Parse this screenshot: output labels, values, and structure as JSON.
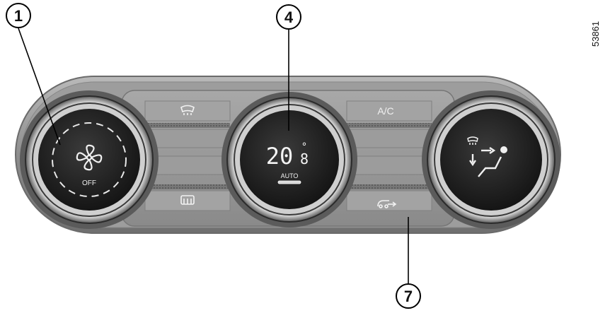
{
  "figure_id": "53861",
  "callouts": {
    "c1": "1",
    "c4": "4",
    "c7": "7"
  },
  "left_knob": {
    "off_label": "OFF",
    "icon": "fan-icon"
  },
  "center_knob": {
    "temp_main": "20",
    "temp_decimal": "8",
    "degree": "°",
    "auto_label": "AUTO"
  },
  "right_knob": {
    "icons": [
      "front-defrost-icon",
      "air-distribution-icon"
    ]
  },
  "buttons": {
    "front_defrost": "front-defrost-icon",
    "ac_label": "A/C",
    "rear_defrost": "rear-defrost-icon",
    "recirculation": "recirculation-icon"
  }
}
